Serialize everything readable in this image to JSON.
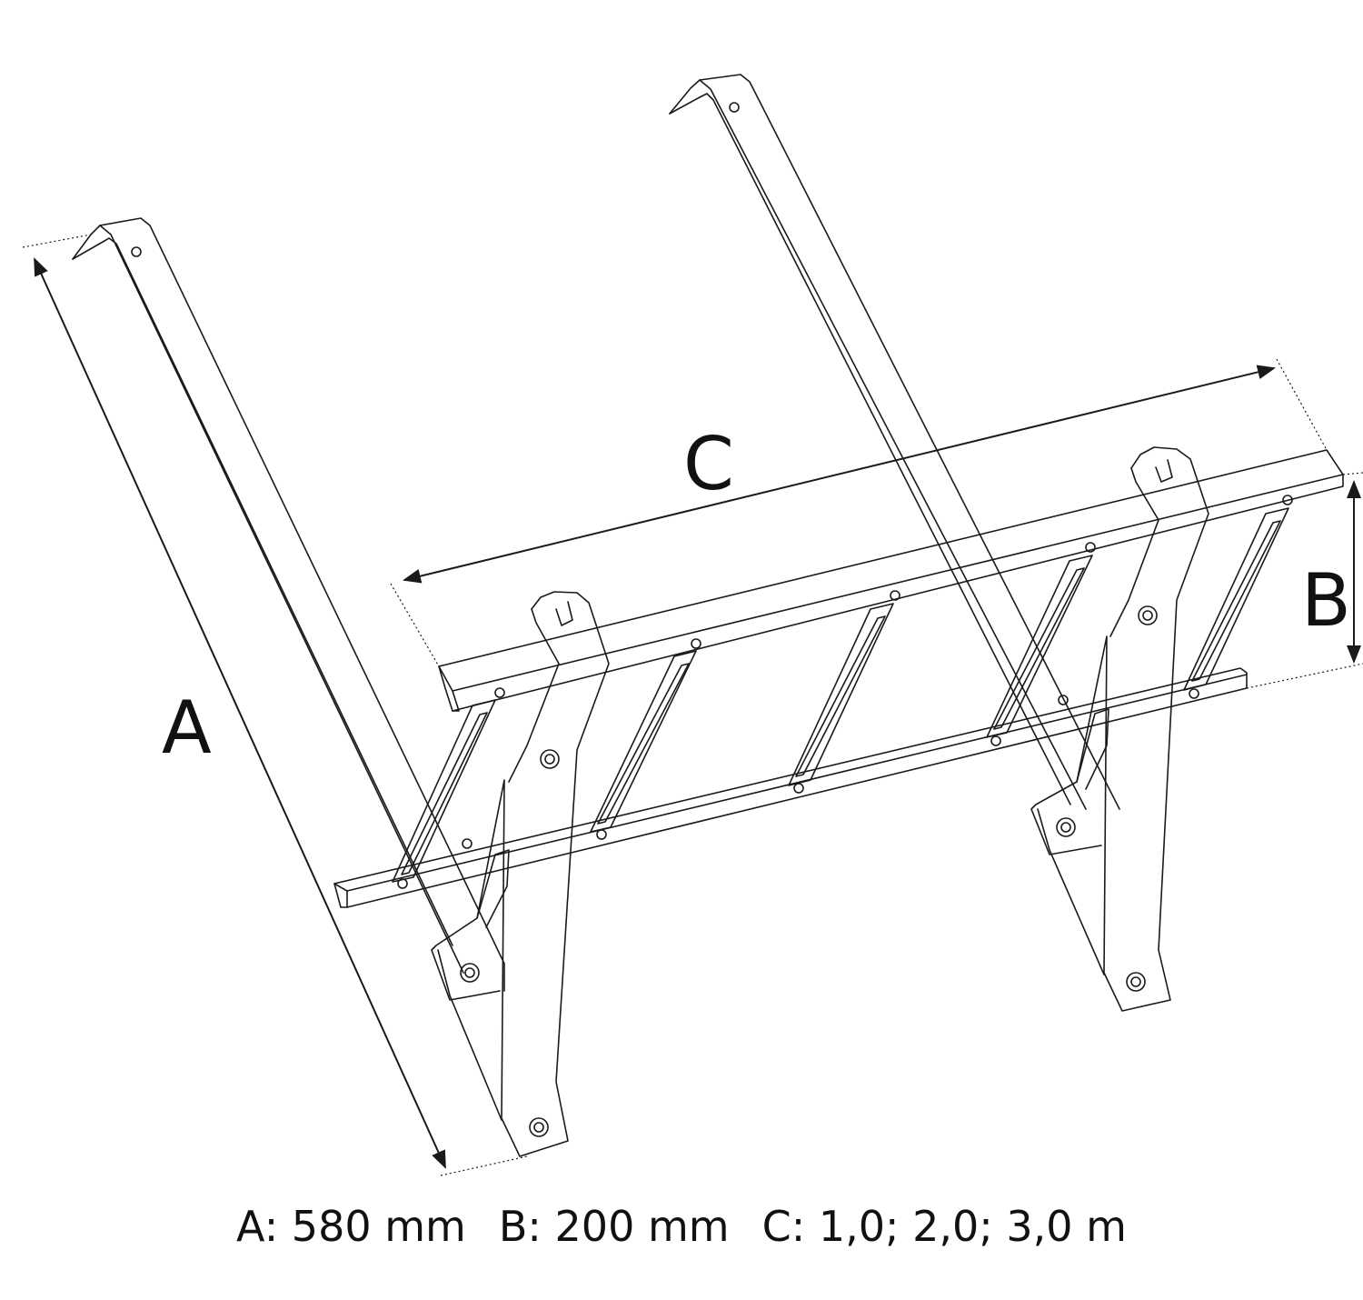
{
  "colors": {
    "line": "#1a1a1a",
    "background": "#ffffff"
  },
  "labels": {
    "a": "A",
    "b": "B",
    "c": "C"
  },
  "caption": {
    "a": "A: 580 mm",
    "b": "B: 200 mm",
    "c": "C: 1,0; 2,0; 3,0 m"
  }
}
